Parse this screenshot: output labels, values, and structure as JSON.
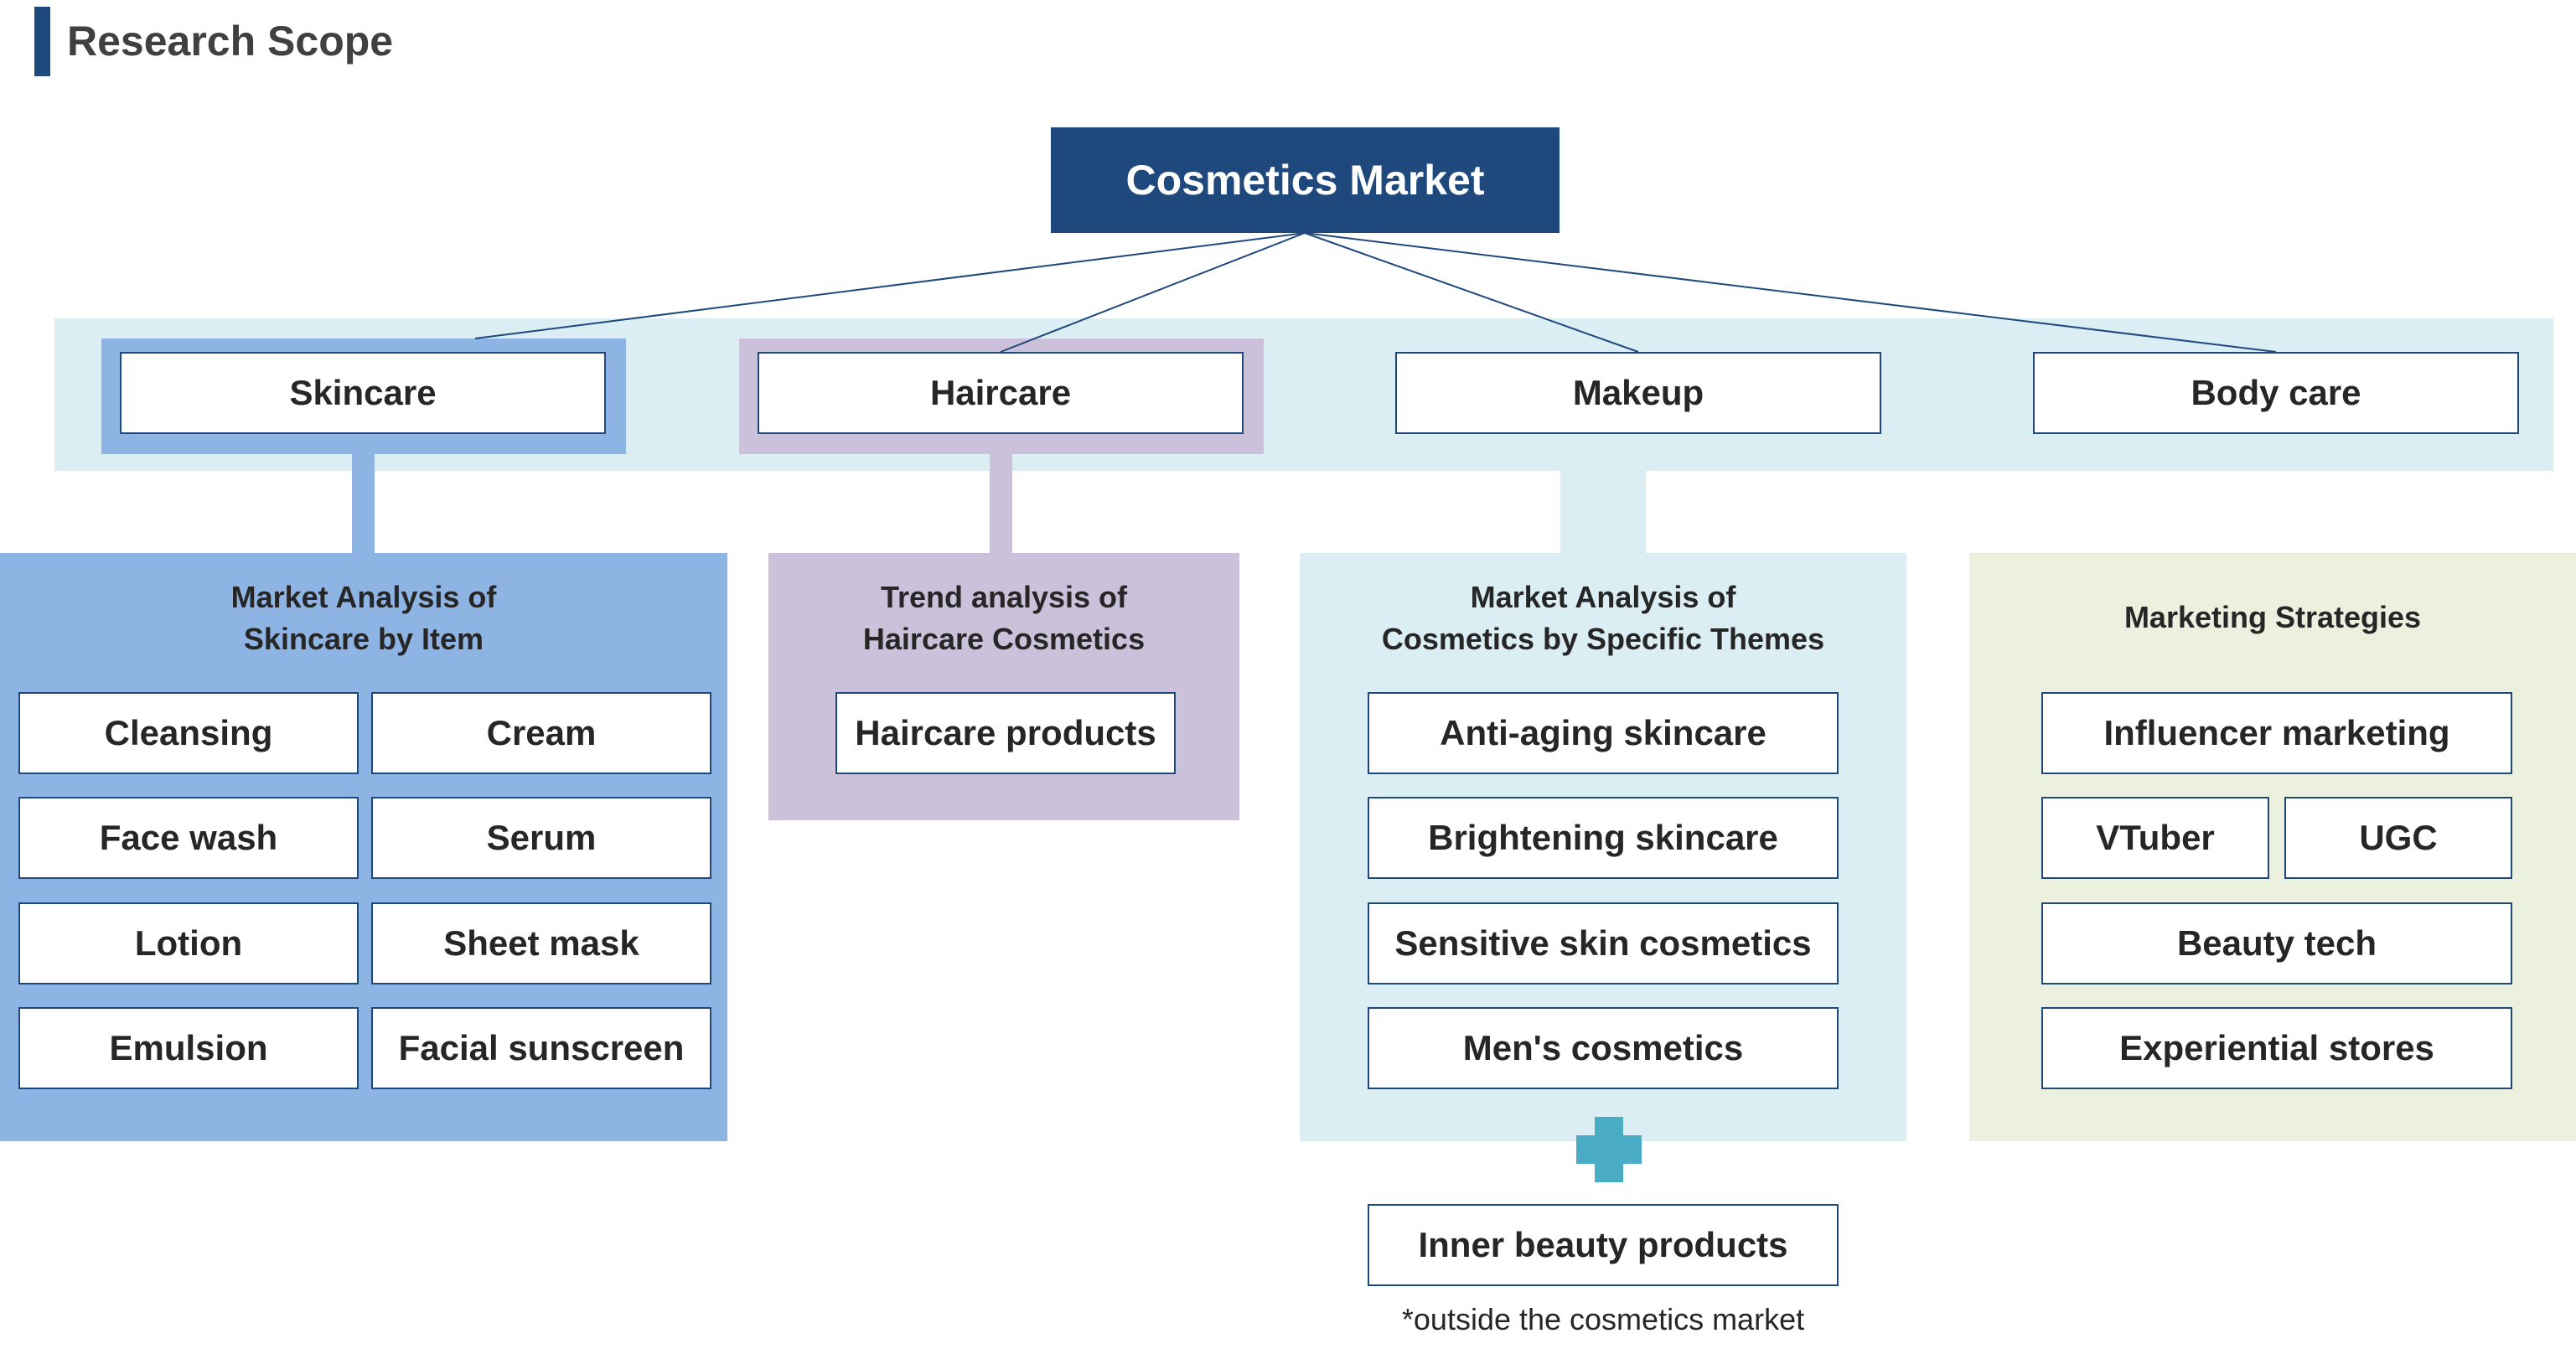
{
  "header": {
    "title": "Research Scope"
  },
  "root": {
    "label": "Cosmetics Market"
  },
  "categories": [
    {
      "label": "Skincare"
    },
    {
      "label": "Haircare"
    },
    {
      "label": "Makeup"
    },
    {
      "label": "Body care"
    }
  ],
  "panels": {
    "skincare": {
      "title_line1": "Market Analysis of",
      "title_line2": "Skincare by Item",
      "items": [
        "Cleansing",
        "Cream",
        "Face wash",
        "Serum",
        "Lotion",
        "Sheet mask",
        "Emulsion",
        "Facial sunscreen"
      ]
    },
    "haircare": {
      "title_line1": "Trend analysis of",
      "title_line2": "Haircare Cosmetics",
      "items": [
        "Haircare products"
      ]
    },
    "themes": {
      "title_line1": "Market Analysis of",
      "title_line2": "Cosmetics by Specific Themes",
      "items": [
        "Anti-aging skincare",
        "Brightening skincare",
        "Sensitive skin cosmetics",
        "Men's cosmetics"
      ]
    },
    "marketing": {
      "title": "Marketing Strategies",
      "items": [
        "Influencer marketing",
        "VTuber",
        "UGC",
        "Beauty tech",
        "Experiential stores"
      ]
    }
  },
  "extra": {
    "label": "Inner beauty products",
    "note": "*outside the cosmetics market"
  },
  "colors": {
    "navy": "#1f497d",
    "skincare_blue": "#8eb4e3",
    "haircare_purple": "#ccc1da",
    "theme_lightblue": "#daeef3",
    "marketing_green": "#ebf1de",
    "plus_teal": "#4bacc6"
  }
}
